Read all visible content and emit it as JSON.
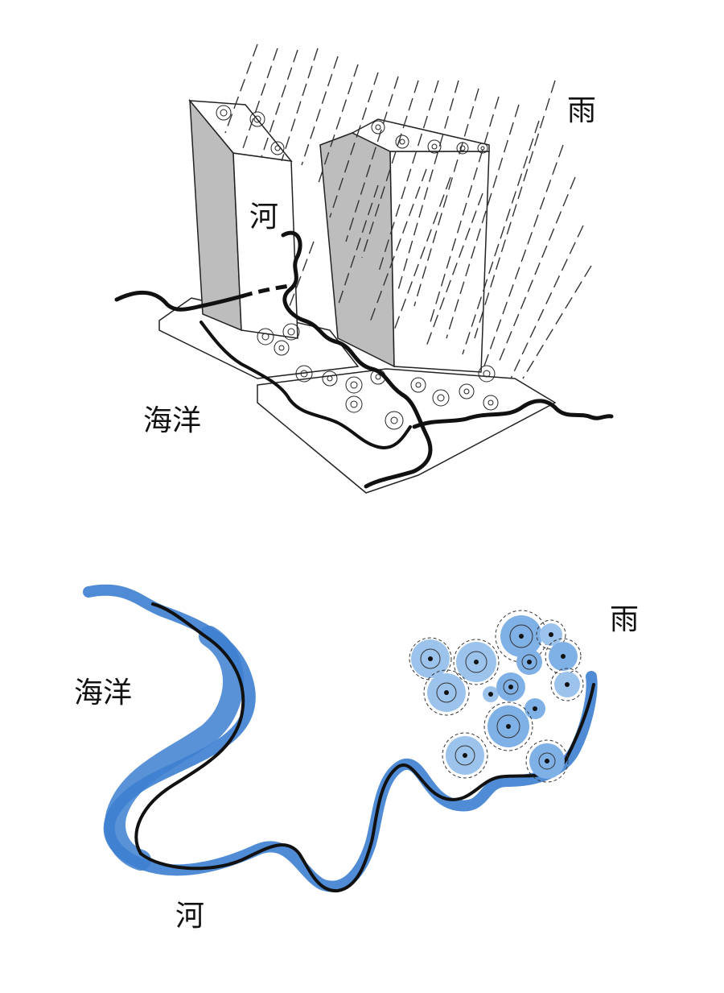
{
  "top_sketch": {
    "labels": {
      "rain": "雨",
      "river": "河",
      "ocean": "海洋"
    }
  },
  "bottom_sketch": {
    "labels": {
      "rain": "雨",
      "ocean": "海洋",
      "river": "河"
    }
  },
  "colors": {
    "ink": "#111111",
    "building_shadow": "#bdbdbd",
    "water_blue": "#3d7fd0",
    "water_light": "#9cc3ec"
  }
}
